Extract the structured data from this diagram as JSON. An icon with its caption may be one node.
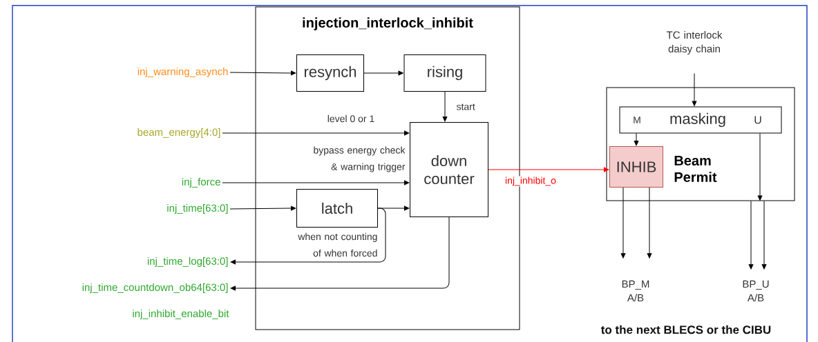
{
  "diagram": {
    "nodes": [
      {
        "text": [
          "injection_interlock_inhibit"
        ]
      },
      {
        "text": [
          "resynch"
        ],
        "in": 0
      },
      {
        "text": [
          "rising"
        ],
        "in": 0
      },
      {
        "text": [
          "down counter"
        ],
        "in": 0
      },
      {
        "text": [
          "latch"
        ],
        "in": 0
      },
      {
        "text": [
          "inj_warning_asynch"
        ]
      },
      {
        "text": [
          "beam_energy[4:0]"
        ]
      },
      {
        "text": [
          "inj_force"
        ]
      },
      {
        "text": [
          "inj_time[63:0]"
        ]
      },
      {
        "text": [
          "inj_time_log[63:0]"
        ]
      },
      {
        "text": [
          "inj_time_countdown_ob64[63:0]"
        ]
      },
      {
        "text": [
          "Beam Permit"
        ]
      },
      {
        "text": [
          "M",
          "masking",
          "U"
        ],
        "in": 11
      },
      {
        "text": [
          "INHIB"
        ],
        "in": 11
      },
      {
        "text": [
          "TC interlock daisy chain"
        ]
      },
      {
        "text": [
          "BP_M A/B"
        ]
      },
      {
        "text": [
          "BP_U A/B"
        ]
      }
    ],
    "edges": [
      {
        "from": 5,
        "to": 1,
        "arrow": "to"
      },
      {
        "from": 1,
        "to": 2,
        "arrow": "to"
      },
      {
        "from": 2,
        "to": 3,
        "arrow": "to",
        "label": "start"
      },
      {
        "from": 6,
        "to": 3,
        "arrow": "to",
        "label": "level 0 or 1"
      },
      {
        "from": 7,
        "to": 3,
        "arrow": "to",
        "label": "bypass energy check & warning trigger"
      },
      {
        "from": 8,
        "to": 4,
        "arrow": "to"
      },
      {
        "from": 4,
        "to": 3,
        "arrow": "to"
      },
      {
        "from": 4,
        "to": 9,
        "arrow": "to",
        "label": "when not counting of when forced"
      },
      {
        "from": 3,
        "to": 10,
        "arrow": "to"
      },
      {
        "from": 3,
        "to": 13,
        "arrow": "to",
        "label": "inj_inhibit_o",
        "color": "#ff0000"
      },
      {
        "from": 14,
        "to": 12,
        "arrow": "to"
      },
      {
        "from": 12,
        "to": 13,
        "arrow": "to"
      },
      {
        "from": 12,
        "to": 11,
        "arrow": "to"
      },
      {
        "from": 13,
        "to": 15,
        "arrow": "to"
      },
      {
        "from": 13,
        "to": 15,
        "arrow": "to"
      },
      {
        "from": 11,
        "to": 16,
        "arrow": "to"
      },
      {
        "from": 11,
        "to": 16,
        "arrow": "to"
      }
    ],
    "labels": [
      "inj_inhibit_enable_bit",
      "to the next BLECS or the CIBU"
    ]
  }
}
